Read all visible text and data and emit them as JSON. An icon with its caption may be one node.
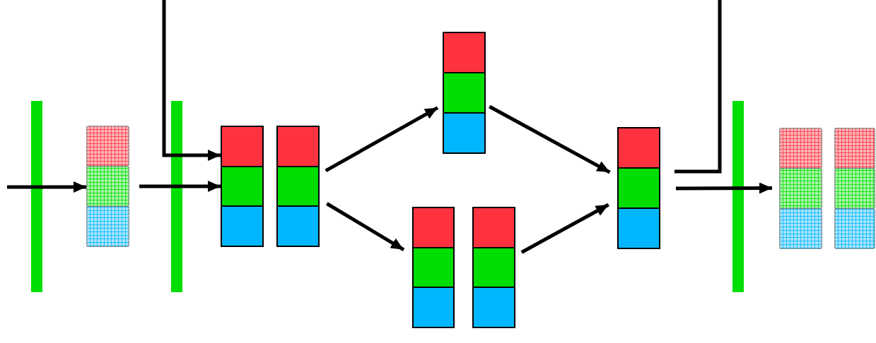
{
  "diagram": {
    "nodes": [
      {
        "text": [],
        "shape": "bar"
      },
      {
        "text": [],
        "shape": "box"
      },
      {
        "text": [],
        "shape": "bar"
      },
      {
        "text": [],
        "shape": "box"
      },
      {
        "text": [],
        "shape": "box"
      },
      {
        "text": [],
        "shape": "box"
      },
      {
        "text": [],
        "shape": "box"
      },
      {
        "text": [],
        "shape": "box"
      },
      {
        "text": [],
        "shape": "box"
      },
      {
        "text": [],
        "shape": "bar"
      },
      {
        "text": [],
        "shape": "box"
      },
      {
        "text": [],
        "shape": "box"
      }
    ],
    "edges": [
      {
        "from": null,
        "to": 1,
        "arrow": "to"
      },
      {
        "from": 1,
        "to": 3,
        "arrow": "to"
      },
      {
        "from": null,
        "to": 3,
        "arrow": "to"
      },
      {
        "from": 4,
        "to": 5,
        "arrow": "to"
      },
      {
        "from": 4,
        "to": 6,
        "arrow": "to"
      },
      {
        "from": 5,
        "to": 8,
        "arrow": "to"
      },
      {
        "from": 7,
        "to": 8,
        "arrow": "to"
      },
      {
        "from": 8,
        "to": null,
        "arrow": "none"
      },
      {
        "from": 8,
        "to": 10,
        "arrow": "to"
      }
    ]
  }
}
